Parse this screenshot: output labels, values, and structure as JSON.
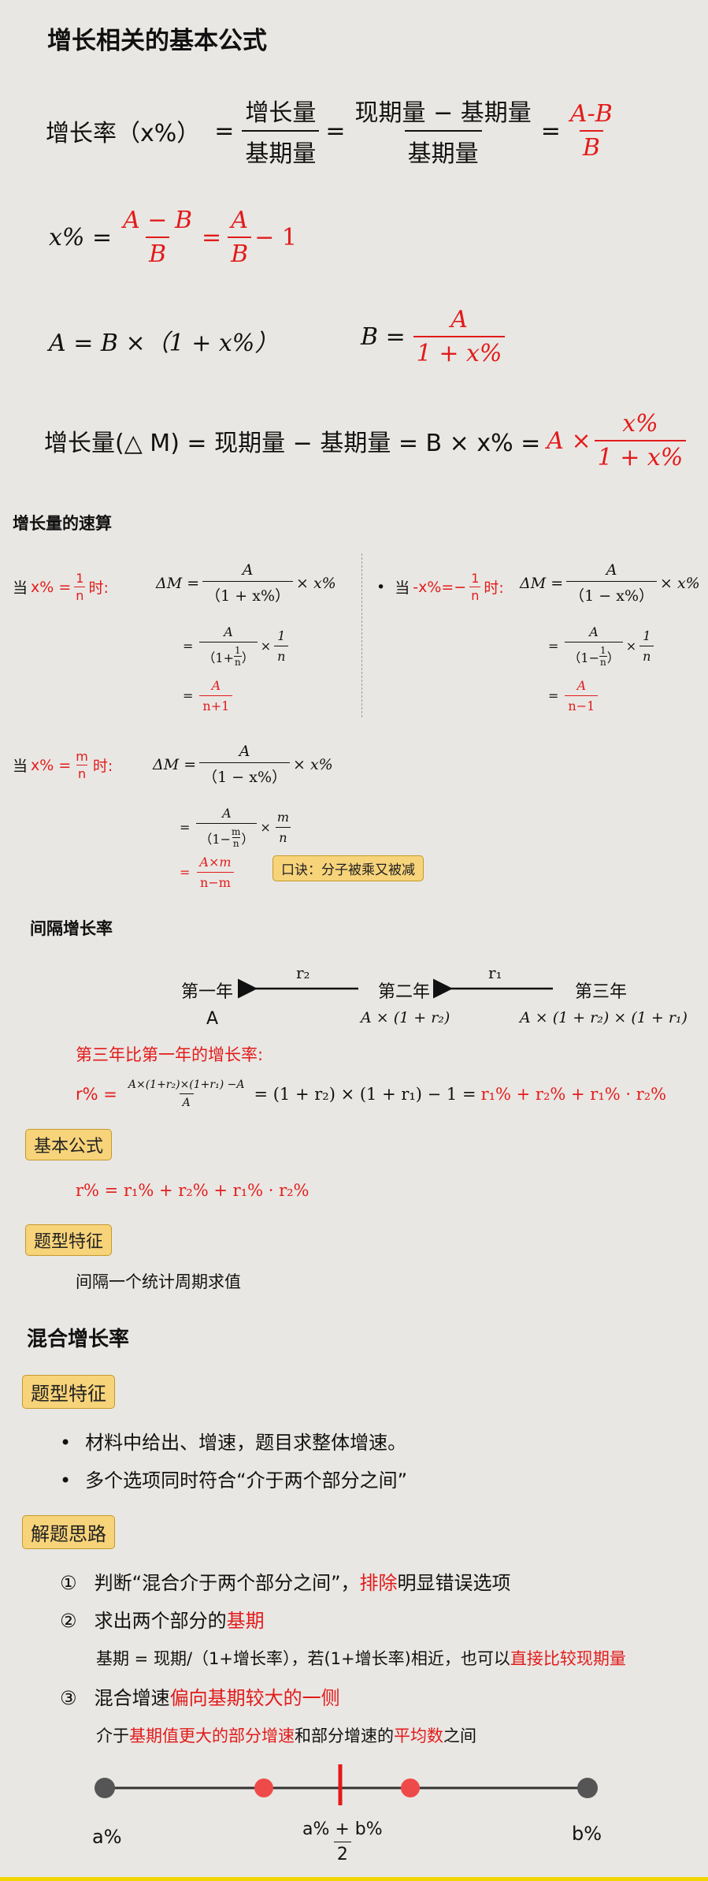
{
  "title": "增长相关的基本公式",
  "f1": {
    "lhs": "增长率（x%）",
    "eq": "=",
    "f1_num": "增长量",
    "f1_den": "基期量",
    "f2_num": "现期量 − 基期量",
    "f2_den": "基期量",
    "f3_num": "A-B",
    "f3_den": "B"
  },
  "f2": {
    "lhs": "x% =",
    "a_num": "A − B",
    "a_den": "B",
    "eq": "=",
    "b_num": "A",
    "b_den": "B",
    "tail": "− 1"
  },
  "f3": {
    "left": "A = B ×（1 + x%）",
    "right_lhs": "B =",
    "num": "A",
    "den": "1 + x%"
  },
  "f4": {
    "lhs": "增长量(△ M) = 现期量 − 基期量 = B × x% =",
    "red": "A ×",
    "num": "x%",
    "den": "1 + x%"
  },
  "speed": {
    "heading": "增长量的速算",
    "case1": {
      "label_pre": "当",
      "label_red": "x% = ",
      "label_frac_n": "1",
      "label_frac_d": "n",
      "label_post": "时:",
      "dm": "ΔM =",
      "num": "A",
      "den": "（1 + x%）",
      "tail": "× x%",
      "l2_eq": "=",
      "l2_num": "A",
      "l2_den": "（1+",
      "l2_fn": "1",
      "l2_fd": "n",
      "l2_close": "）",
      "l2_tail": "×",
      "l2_tn": "1",
      "l2_td": "n",
      "l3_eq": "=",
      "l3_num": "A",
      "l3_den": "n+1"
    },
    "case2": {
      "bullet": "•",
      "label_pre": "当",
      "label_red": "-x%=−",
      "label_frac_n": "1",
      "label_frac_d": "n",
      "label_post": "时:",
      "dm": "ΔM =",
      "num": "A",
      "den": "（1 − x%）",
      "tail": "× x%",
      "l2_eq": "=",
      "l2_num": "A",
      "l2_den": "（1−",
      "l2_fn": "1",
      "l2_fd": "n",
      "l2_close": "）",
      "l2_tail": "×",
      "l2_tn": "1",
      "l2_td": "n",
      "l3_eq": "=",
      "l3_num": "A",
      "l3_den": "n−1"
    },
    "case3": {
      "label_pre": "当",
      "label_red": "x% = ",
      "label_frac_n": "m",
      "label_frac_d": "n",
      "label_post": "时:",
      "dm": "ΔM =",
      "num": "A",
      "den": "（1 − x%）",
      "tail": "× x%",
      "l2_eq": "=",
      "l2_num": "A",
      "l2_den": "（1−",
      "l2_fn": "m",
      "l2_fd": "n",
      "l2_close": "）",
      "l2_tail": "×",
      "l2_tn": "m",
      "l2_td": "n",
      "l3_eq": "=",
      "l3_num": "A×m",
      "l3_den": "n−m",
      "tip": "口诀：分子被乘又被减"
    }
  },
  "interval": {
    "heading": "间隔增长率",
    "year1": "第一年",
    "year2": "第二年",
    "year3": "第三年",
    "r2": "r₂",
    "r1": "r₁",
    "v1": "A",
    "v2": "A × (1 + r₂)",
    "v3": "A × (1 + r₂) × (1 + r₁)",
    "q": "第三年比第一年的增长率:",
    "eq_lhs": "r% =",
    "eq_num": "A×(1+r₂)×(1+r₁) −A",
    "eq_den": "A",
    "eq_mid": "= (1 + r₂) × (1 + r₁) − 1 =",
    "eq_red": "r₁% + r₂% + r₁% · r₂%",
    "tag_formula": "基本公式",
    "formula": "r% =  r₁% + r₂% + r₁% · r₂%",
    "tag_feature": "题型特征",
    "feature": "间隔一个统计周期求值"
  },
  "mixed": {
    "heading": "混合增长率",
    "tag_feature": "题型特征",
    "bullets": [
      "材料中给出、增速，题目求整体增速。",
      "多个选项同时符合“介于两个部分之间”"
    ],
    "tag_method": "解题思路",
    "s1_num": "①",
    "s1_a": "判断“混合介于两个部分之间”，",
    "s1_red": "排除",
    "s1_b": "明显错误选项",
    "s2_num": "②",
    "s2_a": "求出两个部分的",
    "s2_red": "基期",
    "s2_sub_a": "基期 = 现期/（1+增长率），若(1+增长率)相近，也可以",
    "s2_sub_red": "直接比较现期量",
    "s3_num": "③",
    "s3_a": "混合增速",
    "s3_red": "偏向基期较大的一侧",
    "s3_sub_a": "介于",
    "s3_sub_red1": "基期值更大的部分增速",
    "s3_sub_b": "和部分增速的",
    "s3_sub_red2": "平均数",
    "s3_sub_c": "之间",
    "axis_left": "a%",
    "axis_right": "b%",
    "axis_mid_num": "a%  + b%",
    "axis_mid_den": "2"
  }
}
